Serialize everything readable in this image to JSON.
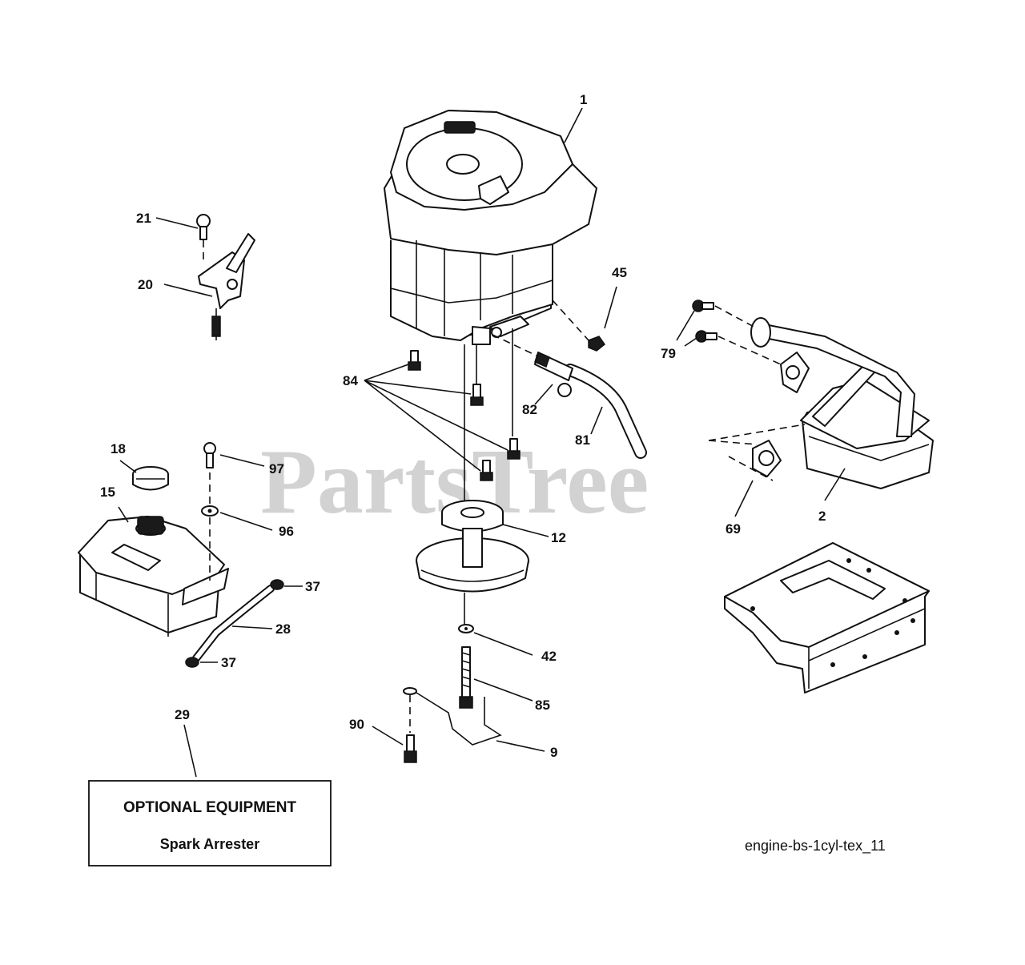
{
  "watermark": "PartsTree",
  "diagram_ref": "engine-bs-1cyl-tex_11",
  "optional_box": {
    "title": "OPTIONAL EQUIPMENT",
    "subtitle": "Spark Arrester"
  },
  "callouts": {
    "c1": "1",
    "c2": "2",
    "c9": "9",
    "c12": "12",
    "c15": "15",
    "c18": "18",
    "c20": "20",
    "c21": "21",
    "c28": "28",
    "c29": "29",
    "c37a": "37",
    "c37b": "37",
    "c42": "42",
    "c45": "45",
    "c69": "69",
    "c79": "79",
    "c81": "81",
    "c82": "82",
    "c84": "84",
    "c85": "85",
    "c90": "90",
    "c96": "96",
    "c97": "97"
  }
}
